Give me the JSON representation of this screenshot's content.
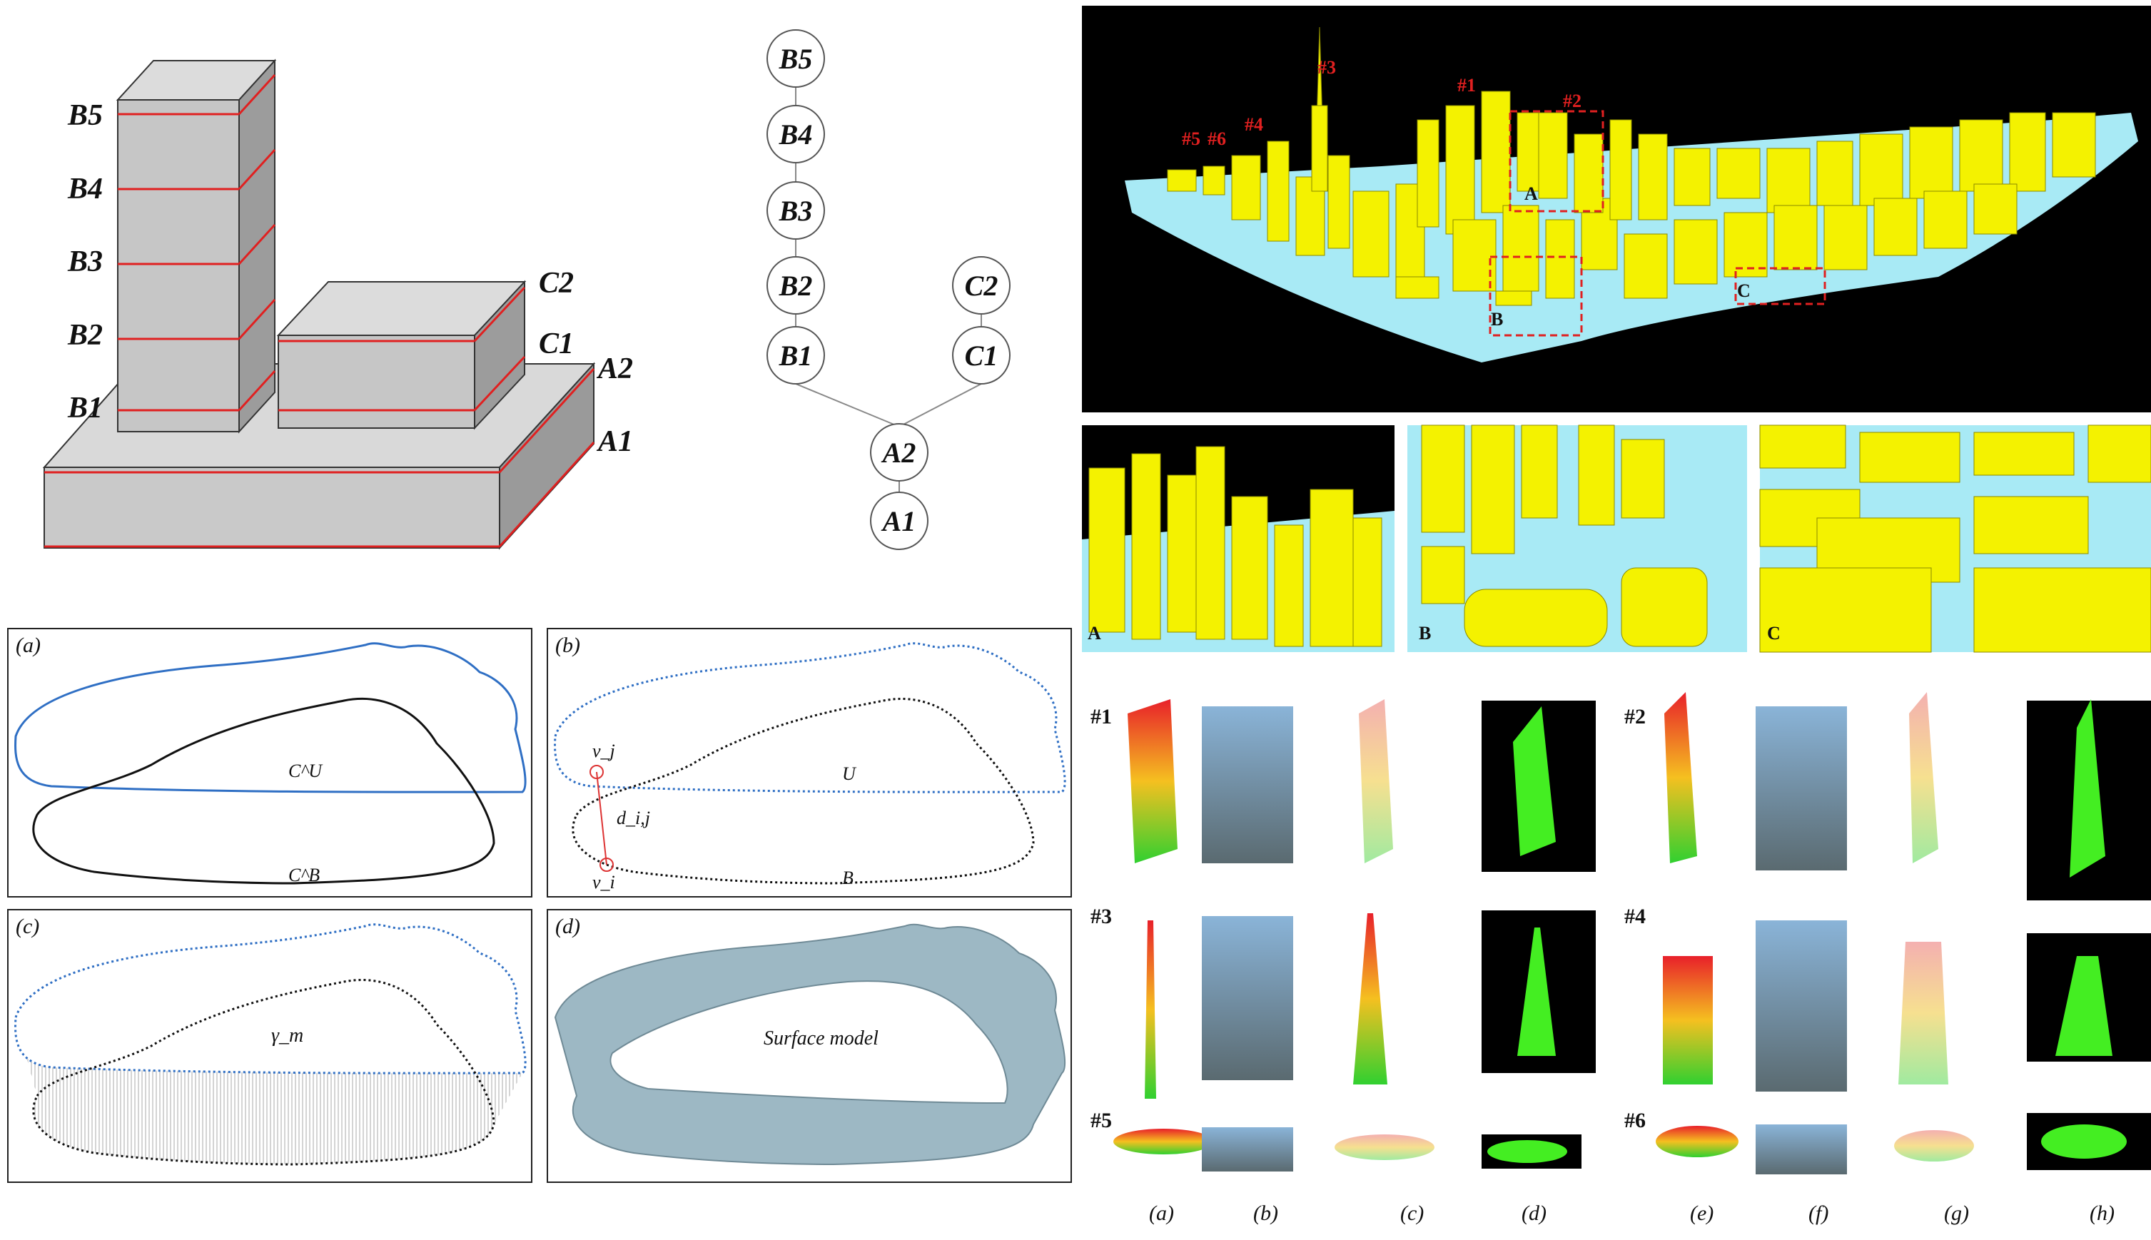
{
  "block_figure": {
    "labels": [
      "B5",
      "B4",
      "B3",
      "B2",
      "B1",
      "C2",
      "C1",
      "A2",
      "A1"
    ]
  },
  "tree": {
    "nodes": [
      "B5",
      "B4",
      "B3",
      "B2",
      "B1",
      "C2",
      "C1",
      "A2",
      "A1"
    ]
  },
  "scene": {
    "markers": [
      "#1",
      "#2",
      "#3",
      "#4",
      "#5",
      "#6"
    ],
    "regions": [
      "A",
      "B",
      "C"
    ]
  },
  "insets": {
    "labels": [
      "A",
      "B",
      "C"
    ]
  },
  "contour_panels": {
    "a": {
      "tag": "(a)",
      "upper": "C^U",
      "lower": "C^B"
    },
    "b": {
      "tag": "(b)",
      "upper": "U",
      "lower": "B",
      "vj": "v_j",
      "vi": "v_i",
      "dist": "d_i,j"
    },
    "c": {
      "tag": "(c)",
      "mid": "γ_m"
    },
    "d": {
      "tag": "(d)",
      "mid": "Surface model"
    }
  },
  "gallery": {
    "tags": [
      "#1",
      "#2",
      "#3",
      "#4",
      "#5",
      "#6"
    ],
    "columns": [
      "(a)",
      "(b)",
      "(c)",
      "(d)",
      "(e)",
      "(f)",
      "(g)",
      "(h)"
    ]
  },
  "colors": {
    "block_face": "#c8c8c8",
    "floor_line": "#e02020",
    "building_yellow": "#f4f200",
    "ground_cyan": "#a8eaf5",
    "contour_upper": "#2f6fc4",
    "contour_lower": "#111111",
    "surface": "#9db8c4",
    "mesh_green": "#44ee22"
  }
}
